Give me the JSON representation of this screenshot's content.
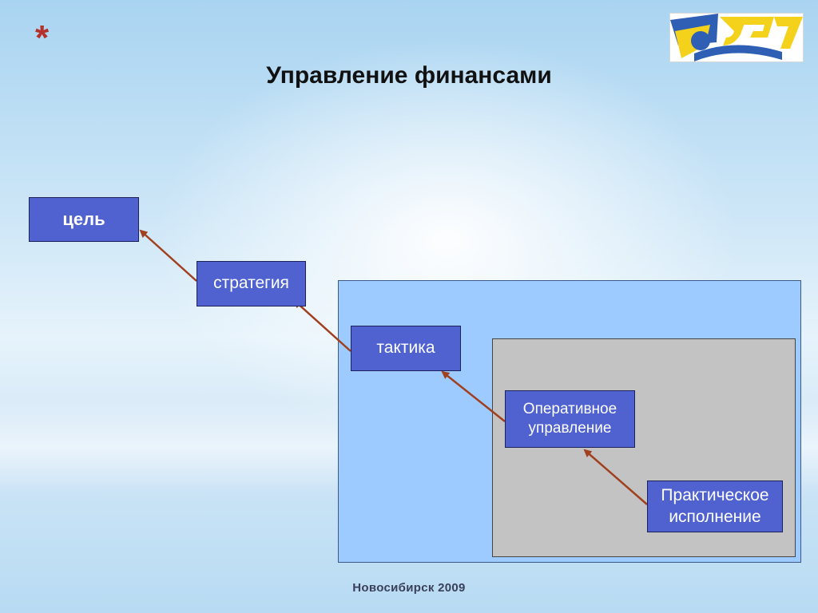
{
  "slide": {
    "decoration_symbol": "*",
    "title": "Управление финансами",
    "footer": "Новосибирск  2009",
    "logo": {
      "letters": "УЭУ",
      "icon": "university-logo"
    }
  },
  "diagram": {
    "nodes": {
      "goal": "цель",
      "strategy": "стратегия",
      "tactics": "тактика",
      "operational": "Оперативное\nуправление",
      "practical": "Практическое\nисполнение"
    },
    "edges": [
      {
        "from": "strategy",
        "to": "goal"
      },
      {
        "from": "tactics",
        "to": "strategy"
      },
      {
        "from": "operational",
        "to": "tactics"
      },
      {
        "from": "practical",
        "to": "operational"
      }
    ]
  },
  "colors": {
    "box_fill": "#4f62cf",
    "outer_panel": "#9ecbff",
    "inner_panel": "#c3c3c3",
    "arrow": "#a0401f",
    "star": "#b5322a"
  }
}
